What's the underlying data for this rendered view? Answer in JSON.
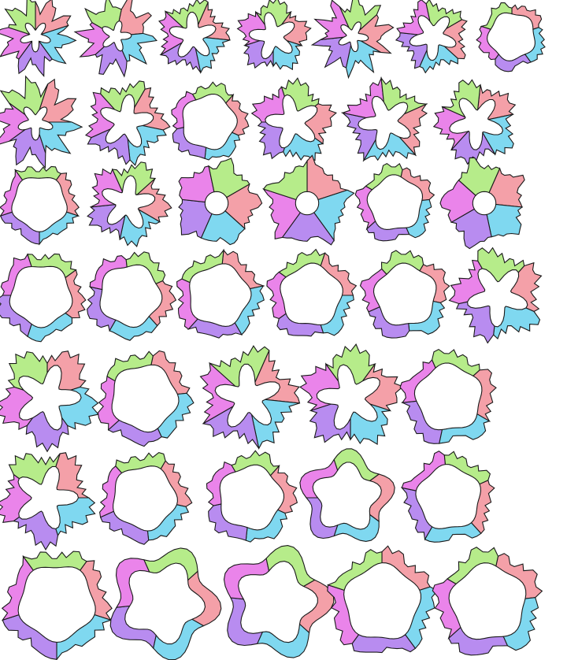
{
  "palette": {
    "pink": "#f4a0a8",
    "cyan": "#7fd8f0",
    "purple": "#b88cf0",
    "magenta": "#ea84ea",
    "green": "#b6ec8a",
    "outline": "#1a1a1a",
    "background": "#ffffff"
  },
  "piece_order": [
    "pink",
    "cyan",
    "purple",
    "magenta",
    "green"
  ],
  "symmetry": "five-fold",
  "rows": [
    {
      "count": 7,
      "variants": [
        "pinwheel",
        "pinwheel",
        "star-hole",
        "star-hole",
        "pinwheel",
        "star-hole",
        "ring"
      ]
    },
    {
      "count": 6,
      "variants": [
        "pinwheel",
        "star-hole",
        "ring",
        "star-hole",
        "star-hole",
        "star-hole"
      ]
    },
    {
      "count": 6,
      "variants": [
        "ring",
        "star-hole",
        "spokes",
        "spokes",
        "ring",
        "spokes"
      ]
    },
    {
      "count": 6,
      "variants": [
        "ring",
        "ring",
        "ring",
        "ring",
        "ring",
        "star-hole"
      ]
    },
    {
      "count": 5,
      "variants": [
        "star-hole",
        "ring",
        "star-hole",
        "star-hole",
        "ring"
      ]
    },
    {
      "count": 5,
      "variants": [
        "star-hole",
        "ring",
        "ring",
        "flower",
        "ring"
      ]
    },
    {
      "count": 5,
      "variants": [
        "ring",
        "flower",
        "flower",
        "ring",
        "ring"
      ]
    }
  ]
}
